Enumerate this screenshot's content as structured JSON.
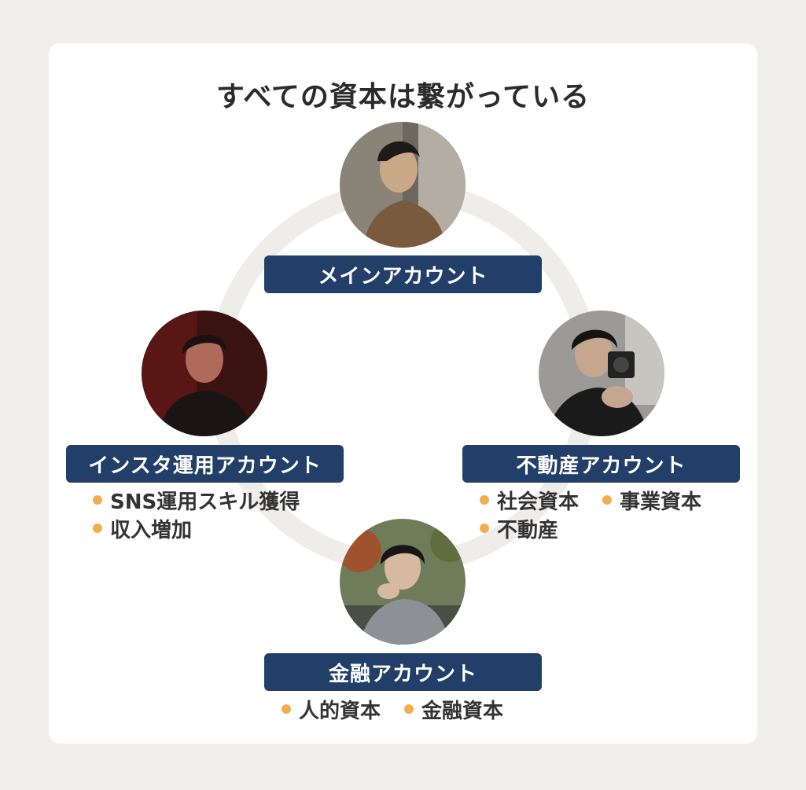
{
  "title": "すべての資本は繋がっている",
  "colors": {
    "label_bg": "#223f6a",
    "bullet": "#f2ad4c",
    "ring": "#efedea",
    "card": "#ffffff",
    "background": "#f0efec"
  },
  "nodes": {
    "main": {
      "label": "メインアカウント",
      "avatar_icon": "person-photo-icon"
    },
    "instagram": {
      "label": "インスタ運用アカウント",
      "avatar_icon": "person-photo-icon",
      "bullets": [
        "SNS運用スキル獲得",
        "収入増加"
      ]
    },
    "realestate": {
      "label": "不動産アカウント",
      "avatar_icon": "person-photo-icon",
      "bullets": [
        "社会資本",
        "事業資本",
        "不動産"
      ]
    },
    "finance": {
      "label": "金融アカウント",
      "avatar_icon": "person-photo-icon",
      "bullets": [
        "人的資本",
        "金融資本"
      ]
    }
  }
}
